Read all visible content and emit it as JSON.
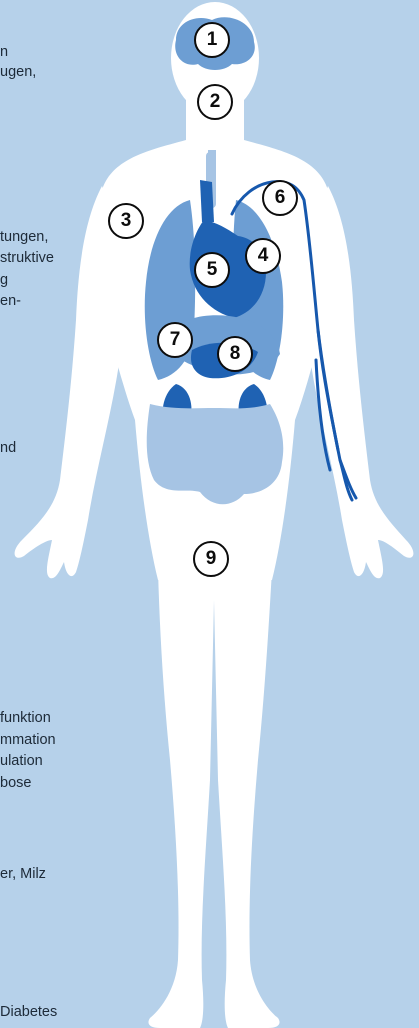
{
  "colors": {
    "background": "#b6d1ea",
    "body": "#ffffff",
    "organ_light": "#a6c4e4",
    "organ_mid": "#6d9ed3",
    "organ_dark": "#1f62b3",
    "vessel": "#1658ad",
    "badge_border": "#0c0c0c"
  },
  "badges": [
    "1",
    "2",
    "3",
    "4",
    "5",
    "6",
    "7",
    "8",
    "9"
  ],
  "text_fragments": {
    "f1": "n",
    "f2": "ugen,",
    "f3": "tungen,",
    "f4": "struktive",
    "f5": "g",
    "f6": "en-",
    "f7": "nd",
    "f8": "funktion",
    "f9": "mmation",
    "f10": "ulation",
    "f11": "bose",
    "f12": "er, Milz",
    "f13": "Diabetes"
  },
  "icons": {
    "brain": "brain-icon",
    "lungs": "lungs-icon",
    "heart": "heart-icon",
    "liver": "liver-icon",
    "kidneys": "kidneys-icon",
    "intestines": "intestines-icon",
    "arm_vein": "vein-icon"
  }
}
